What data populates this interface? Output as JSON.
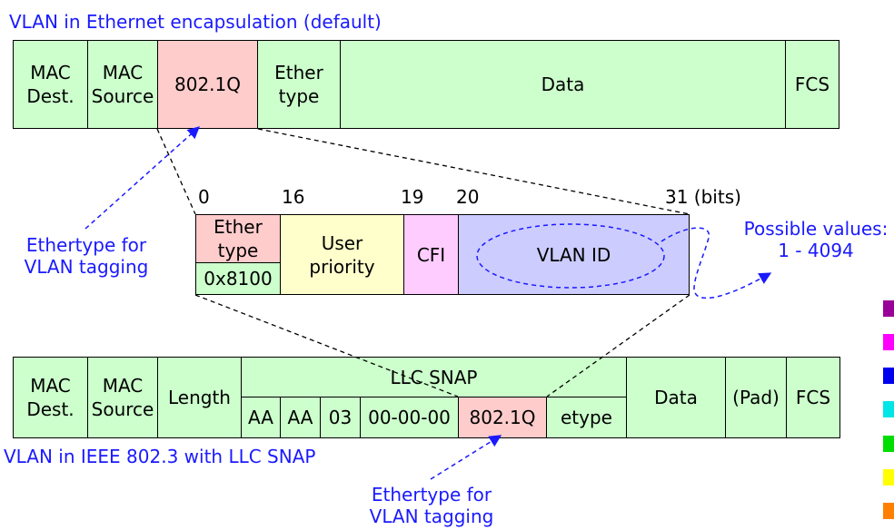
{
  "top_title": "VLAN in Ethernet encapsulation (default)",
  "bottom_title": "VLAN in IEEE 802.3 with LLC SNAP",
  "frame_top": {
    "mac_dest": "MAC\nDest.",
    "mac_source": "MAC\nSource",
    "tag": "802.1Q",
    "ethertype": "Ether\ntype",
    "data": "Data",
    "fcs": "FCS"
  },
  "tag_detail": {
    "bit_labels": [
      "0",
      "16",
      "19",
      "20",
      "31 (bits)"
    ],
    "ethertype": "Ether\ntype",
    "ethertype_value": "0x8100",
    "user_priority": "User\npriority",
    "cfi": "CFI",
    "vlan_id": "VLAN ID"
  },
  "frame_bottom": {
    "mac_dest": "MAC\nDest.",
    "mac_source": "MAC\nSource",
    "length": "Length",
    "llc_snap": "LLC SNAP",
    "aa1": "AA",
    "aa2": "AA",
    "byte03": "03",
    "oui": "00-00-00",
    "tag": "802.1Q",
    "etype": "etype",
    "data": "Data",
    "pad": "(Pad)",
    "fcs": "FCS"
  },
  "notes": {
    "ethertype_top": "Ethertype for\nVLAN tagging",
    "ethertype_bottom": "Ethertype for\nVLAN tagging",
    "possible_values": "Possible values:\n1 - 4094"
  },
  "colors": {
    "accent": "#1a1aff",
    "field_green": "#ccffcc",
    "field_pink": "#ffcccc",
    "field_yellow": "#ffffcc",
    "field_magenta": "#ffccff",
    "field_lavender": "#ccccff",
    "swatches": [
      "#990099",
      "#ff00ff",
      "#0000ee",
      "#00e6e6",
      "#00dd00",
      "#ffff00",
      "#ff8000"
    ]
  }
}
